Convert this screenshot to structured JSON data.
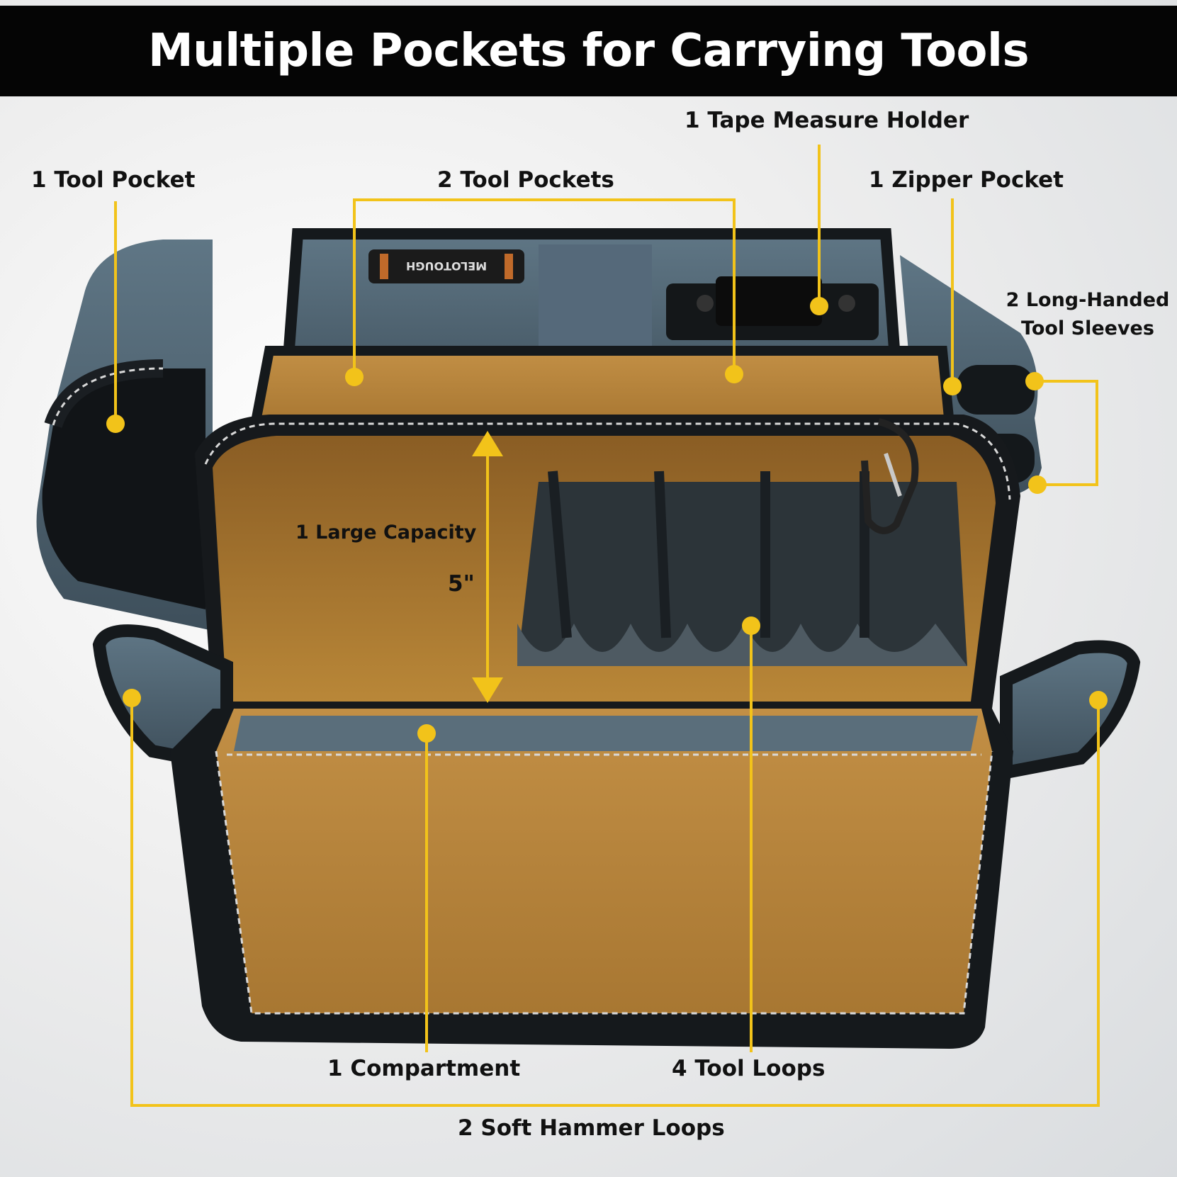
{
  "title": "Multiple Pockets for Carrying Tools",
  "brand_mark": "MELOTOUGH",
  "colors": {
    "callout": "#f2c31a",
    "title_bg": "#050505",
    "bag_tan": "#b5823a",
    "bag_slate": "#4f6473",
    "binding": "#15191c"
  },
  "labels": {
    "tool_pocket_single": "1 Tool Pocket",
    "tool_pockets_double": "2 Tool Pockets",
    "tape_measure_holder": "1 Tape Measure Holder",
    "zipper_pocket": "1 Zipper Pocket",
    "long_handled_line1": "2 Long-Handed",
    "long_handled_line2": "Tool Sleeves",
    "large_capacity": "1 Large Capacity",
    "depth": "5\"",
    "compartment": "1 Compartment",
    "tool_loops": "4 Tool Loops",
    "hammer_loops": "2 Soft Hammer Loops"
  }
}
